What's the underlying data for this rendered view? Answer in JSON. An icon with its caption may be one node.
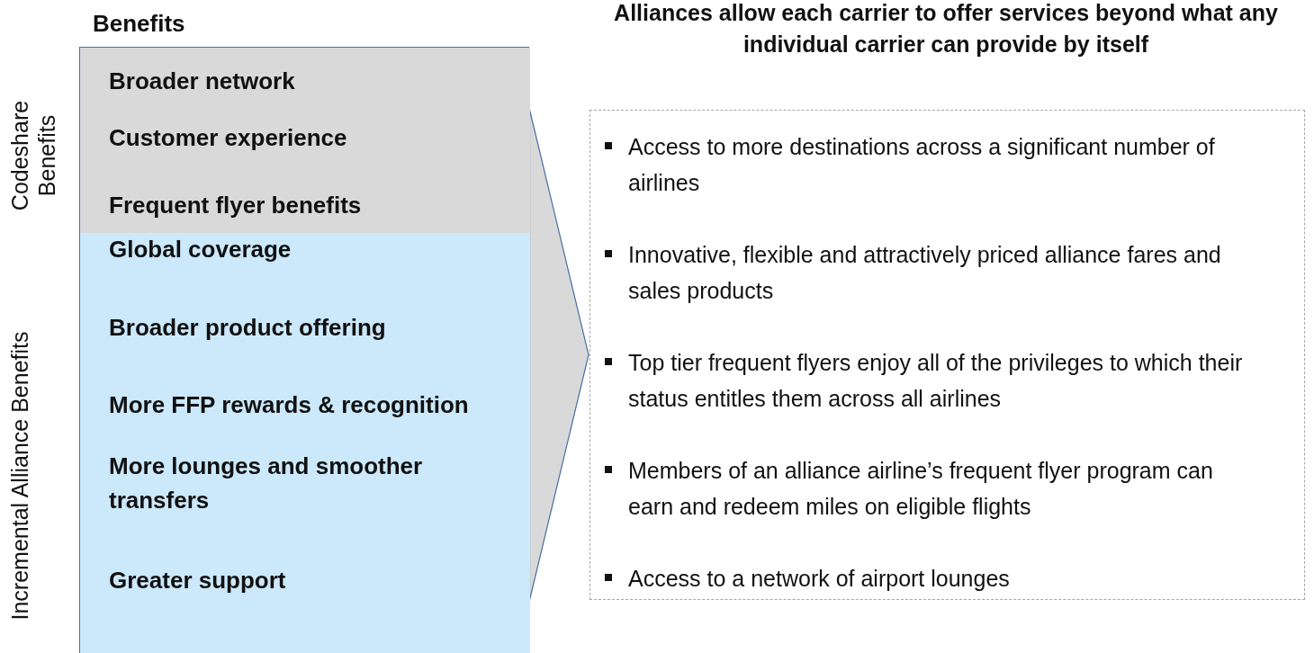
{
  "diagram": {
    "nodes": [
      {
        "text": [
          "Benefits"
        ]
      },
      {
        "text": [
          "Broader network",
          "Customer experience",
          "Frequent flyer benefits"
        ],
        "beside": [
          "Codeshare Benefits"
        ],
        "in": 0
      },
      {
        "text": [
          "Global coverage",
          "Broader product offering",
          "More FFP rewards & recognition",
          "More lounges and smoother transfers",
          "Greater support"
        ],
        "beside": [
          "Incremental Alliance Benefits"
        ],
        "in": 0
      },
      {
        "text": [
          "Alliances allow each carrier to offer services beyond what any individual carrier can provide by itself",
          "Access to more destinations across a significant number of airlines",
          "Innovative, flexible and attractively priced alliance fares and sales products",
          "Top tier frequent flyers enjoy all of the privileges to which their status entitles them across all airlines",
          "Members of an alliance airline’s frequent flyer program can earn and redeem miles on eligible flights",
          "Access to a network of airport lounges"
        ]
      }
    ],
    "edges": [
      {
        "from": 0,
        "to": 3,
        "arrow": "to"
      }
    ]
  }
}
